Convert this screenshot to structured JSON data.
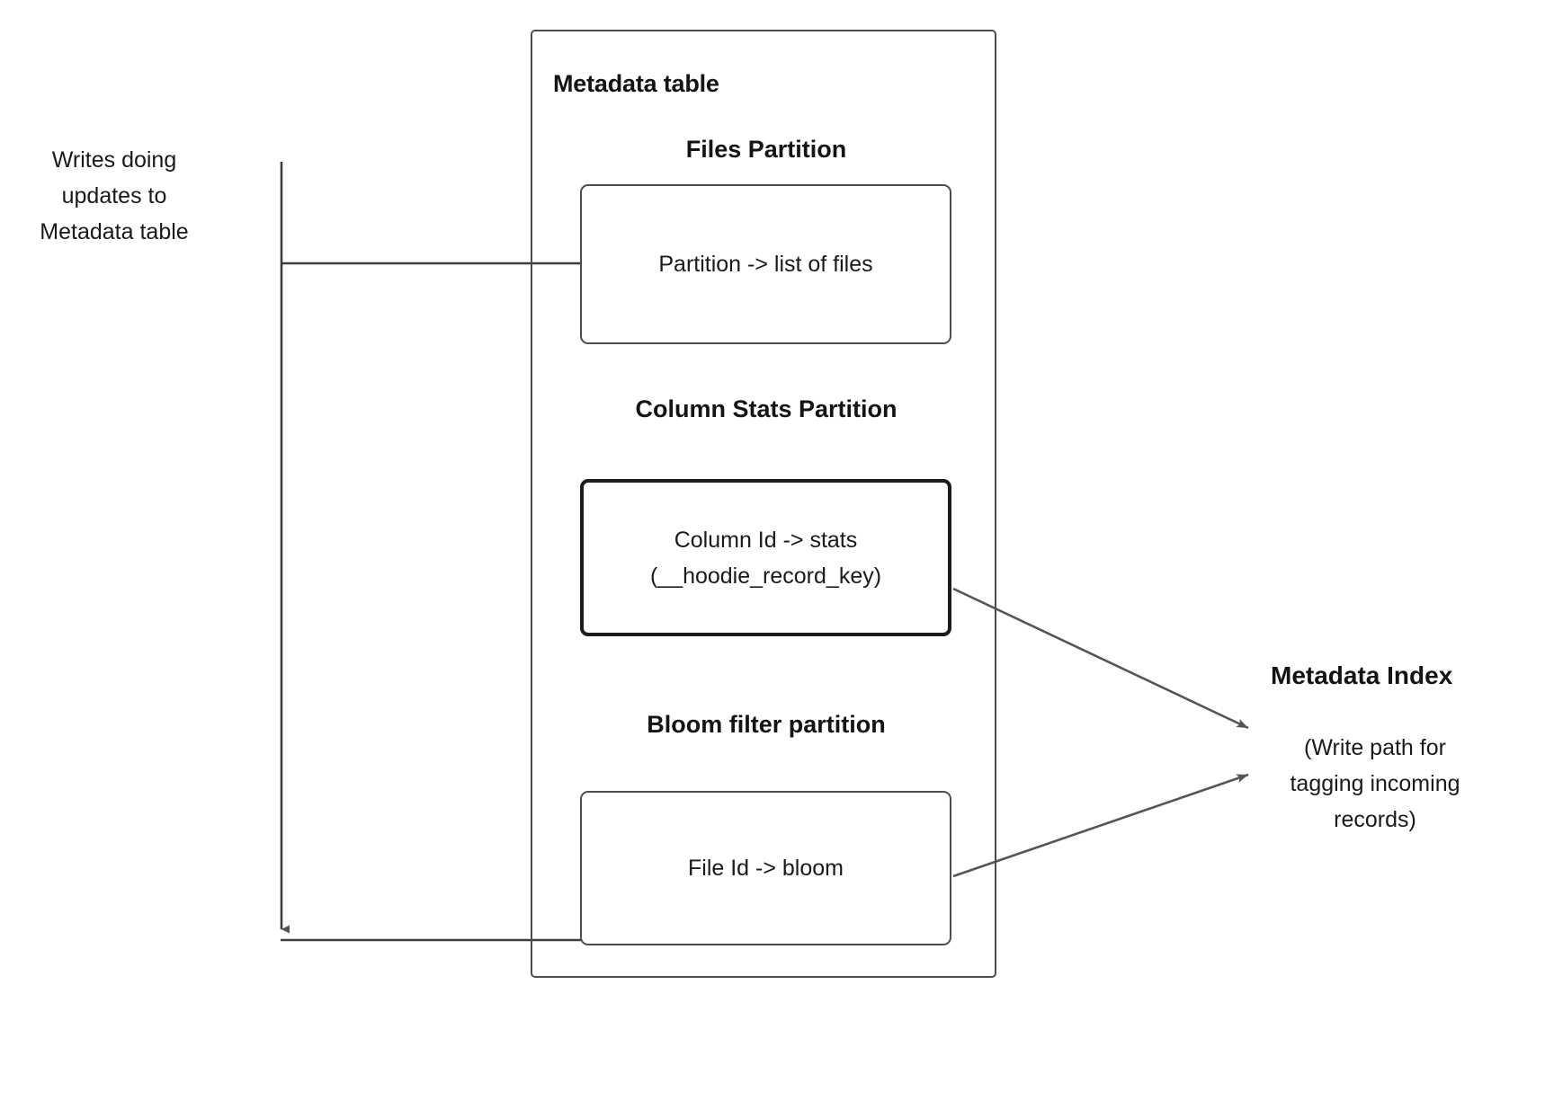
{
  "diagram": {
    "title": "Metadata table",
    "left_annotation": "Writes doing\nupdates to\nMetadata table",
    "container": {
      "label": "Metadata table"
    },
    "partitions": [
      {
        "id": "files",
        "heading": "Files Partition",
        "box_text": "Partition -> list of files"
      },
      {
        "id": "column-stats",
        "heading": "Column Stats\nPartition",
        "box_text": "Column Id  -> stats\n(__hoodie_record_key)"
      },
      {
        "id": "bloom-filter",
        "heading": "Bloom filter\npartition",
        "box_text": "File Id -> bloom"
      }
    ],
    "right_target": {
      "title": "Metadata Index",
      "caption": "(Write path for\ntagging incoming\nrecords)"
    },
    "colors": {
      "stroke": "#4d4d4d",
      "emphasis_stroke": "#1c1c1c",
      "arrow_fill": "#555555",
      "text": "#1a1a1a",
      "background": "#ffffff"
    }
  }
}
